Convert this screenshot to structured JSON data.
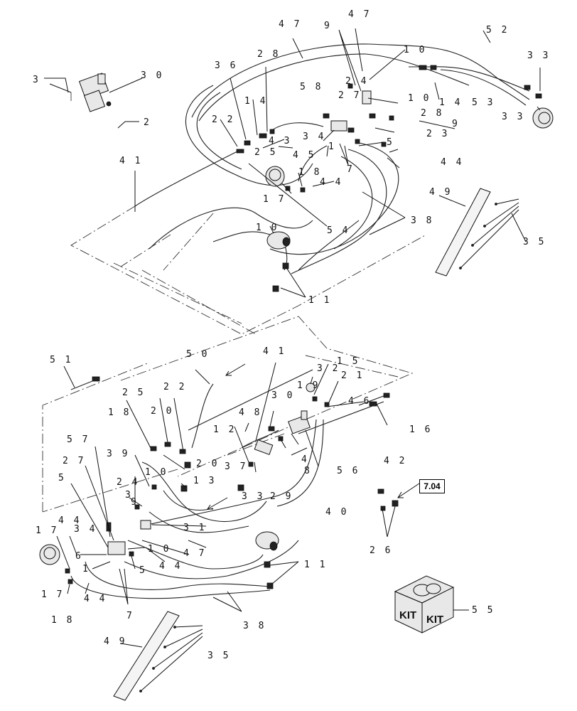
{
  "callouts": {
    "c47a": "4 7",
    "c47b": "4 7",
    "c52": "5 2",
    "c9a": "9",
    "c10a": "1 0",
    "c33a": "3 3",
    "c33b": "3 3",
    "c14a": "1 4",
    "c53": "5 3",
    "c30a": "3 0",
    "c3a": "3",
    "c2": "2",
    "c36": "3 6",
    "c28a": "2 8",
    "c24a": "2 4",
    "c14b": "1 4",
    "c58": "5 8",
    "c27a": "2 7",
    "c10b": "1 0",
    "c28b": "2 8",
    "c9b": "9",
    "c22a": "2 2",
    "c43": "4 3",
    "c34a": "3 4",
    "c23": "2 3",
    "c25a": "2 5",
    "c1a": "1",
    "c5a": "5",
    "c45": "4 5",
    "c7a": "7",
    "c44a": "4 4",
    "c41a": "4 1",
    "c18a": "1 8",
    "c44b": "4 4",
    "c17a": "1 7",
    "c49a": "4 9",
    "c54": "5 4",
    "c38a": "3 8",
    "c35a": "3 5",
    "c10c": "1 0",
    "c11a": "1 1",
    "c50": "5 0",
    "c41b": "4 1",
    "c51": "5 1",
    "c15": "1 5",
    "c32": "3 2",
    "c21": "2 1",
    "c19": "1 9",
    "c46": "4 6",
    "c25b": "2 5",
    "c22b": "2 2",
    "c30b": "3 0",
    "c18b": "1 8",
    "c20a": "2 0",
    "c48": "4 8",
    "c16": "1 6",
    "c12": "1 2",
    "c57": "5 7",
    "c39": "3 9",
    "c20b": "2 0",
    "c37": "3 7",
    "c4": "4",
    "c8": "8",
    "c42": "4 2",
    "c56": "5 6",
    "c27b": "2 7",
    "c10d": "1 0",
    "c13": "1 3",
    "c24b": "2 4",
    "c5b": "5",
    "c3b": "3",
    "c33c": "3 3",
    "c29": "2 9",
    "c40": "4 0",
    "c9c": "9",
    "c31": "3 1",
    "c44c": "4 4",
    "c34b": "3 4",
    "c17b": "1 7",
    "c6": "6",
    "c1b": "1",
    "c10e": "1 0",
    "c44d": "4 4",
    "c47c": "4 7",
    "c5c": "5",
    "c11b": "1 1",
    "c17c": "1 7",
    "c44e": "4 4",
    "c7b": "7",
    "c18c": "1 8",
    "c38b": "3 8",
    "c26": "2 6",
    "c55": "5 5",
    "c49b": "4 9",
    "c35b": "3 5"
  },
  "reference_box": "7.04",
  "kit_labels": {
    "left": "KIT",
    "right": "KIT"
  }
}
